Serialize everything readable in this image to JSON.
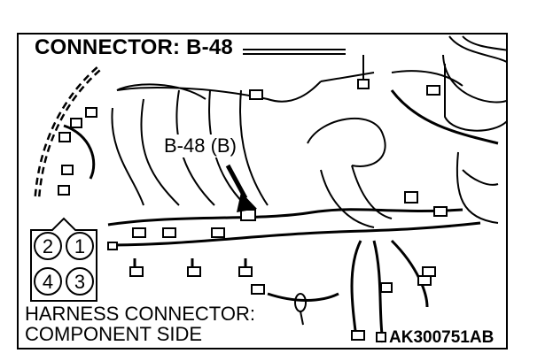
{
  "title": "CONNECTOR: B-48",
  "callout_label": "B-48 (B)",
  "pin_numbers": [
    "2",
    "1",
    "4",
    "3"
  ],
  "caption": {
    "line1": "HARNESS CONNECTOR:",
    "line2": "COMPONENT SIDE"
  },
  "figure_code": "AK300751AB"
}
